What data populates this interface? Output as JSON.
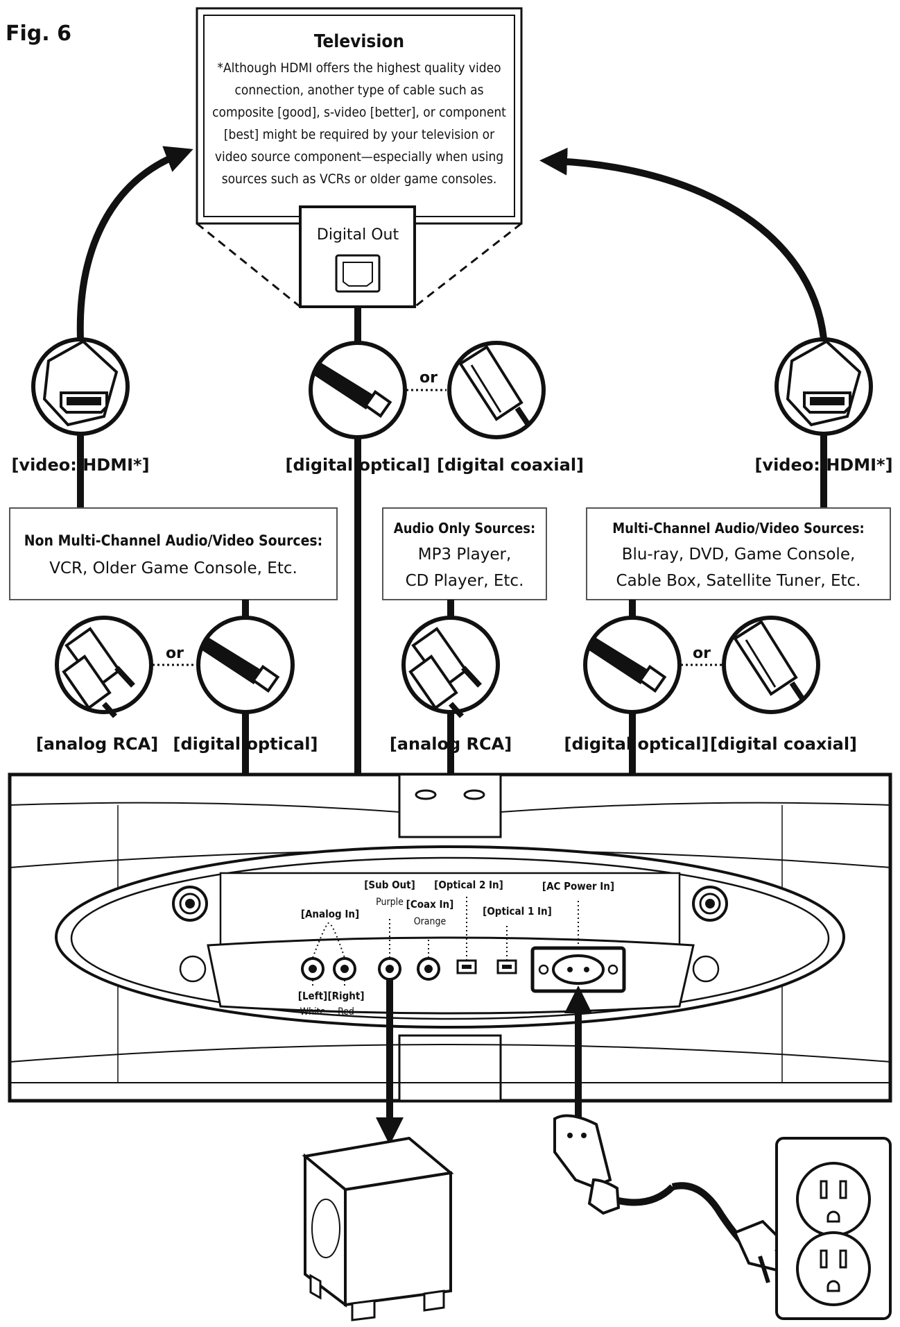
{
  "figure_label": "Fig. 6",
  "television": {
    "title": "Television",
    "note_lines": [
      "*Although HDMI offers the highest quality video",
      "connection, another type of cable such as",
      "composite [good], s-video [better], or component",
      "[best] might be required by your television or",
      "video source component—especially when using",
      "sources such as VCRs or older game consoles."
    ],
    "digital_out": "Digital Out"
  },
  "cables": {
    "left_hdmi": "[video: HDMI*]",
    "center_optical": "[digital optical]",
    "center_coax": "[digital coaxial]",
    "right_hdmi": "[video: HDMI*]",
    "or": "or",
    "left_rca": "[analog RCA]",
    "left_optical": "[digital optical]",
    "mid_rca": "[analog RCA]",
    "right_optical": "[digital optical]",
    "right_coax": "[digital coaxial]"
  },
  "sources": {
    "non_multi": {
      "title": "Non Multi-Channel Audio/Video Sources:",
      "line1": "VCR, Older Game Console, Etc."
    },
    "audio_only": {
      "title": "Audio Only Sources:",
      "line1": "MP3 Player,",
      "line2": "CD Player, Etc."
    },
    "multi": {
      "title": "Multi-Channel Audio/Video Sources:",
      "line1": "Blu-ray, DVD, Game Console,",
      "line2": "Cable Box, Satellite Tuner, Etc."
    }
  },
  "ports": {
    "analog_in": "[Analog In]",
    "sub_out": "[Sub Out]",
    "purple": "Purple",
    "coax_in": "[Coax In]",
    "orange": "Orange",
    "optical2": "[Optical 2 In]",
    "optical1": "[Optical 1 In]",
    "ac_power": "[AC Power In]",
    "left": "[Left]",
    "right": "[Right]",
    "white": "White",
    "red": "Red"
  }
}
